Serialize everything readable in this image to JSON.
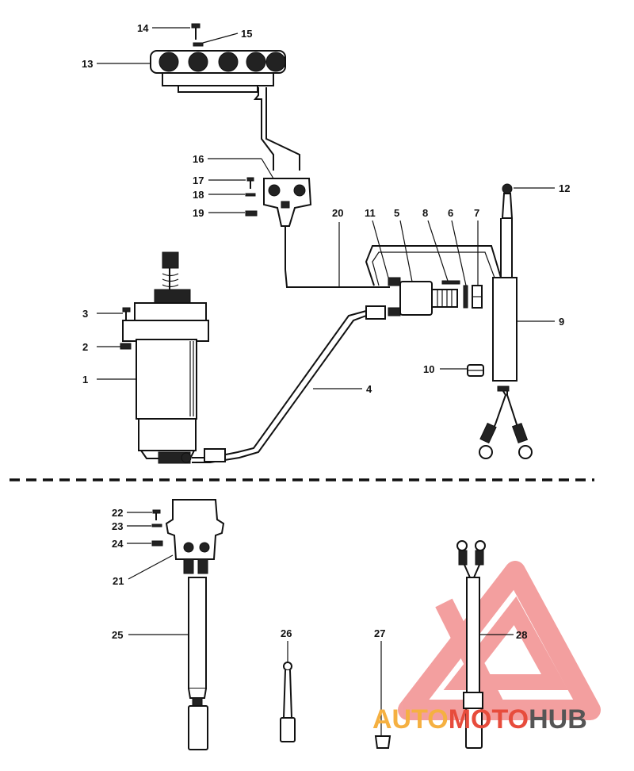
{
  "callouts": [
    {
      "n": "1"
    },
    {
      "n": "2"
    },
    {
      "n": "3"
    },
    {
      "n": "4"
    },
    {
      "n": "5"
    },
    {
      "n": "6"
    },
    {
      "n": "7"
    },
    {
      "n": "8"
    },
    {
      "n": "9"
    },
    {
      "n": "10"
    },
    {
      "n": "11"
    },
    {
      "n": "12"
    },
    {
      "n": "13"
    },
    {
      "n": "14"
    },
    {
      "n": "15"
    },
    {
      "n": "16"
    },
    {
      "n": "17"
    },
    {
      "n": "18"
    },
    {
      "n": "19"
    },
    {
      "n": "20"
    },
    {
      "n": "21"
    },
    {
      "n": "22"
    },
    {
      "n": "23"
    },
    {
      "n": "24"
    },
    {
      "n": "25"
    },
    {
      "n": "26"
    },
    {
      "n": "27"
    },
    {
      "n": "28"
    }
  ],
  "watermark": {
    "part1": "AUTO",
    "part2": "MOTO",
    "part3": "HUB",
    "color1": "#f5b041",
    "color2": "#e74c3c",
    "color3": "#555555",
    "logo_color": "#f08080"
  }
}
